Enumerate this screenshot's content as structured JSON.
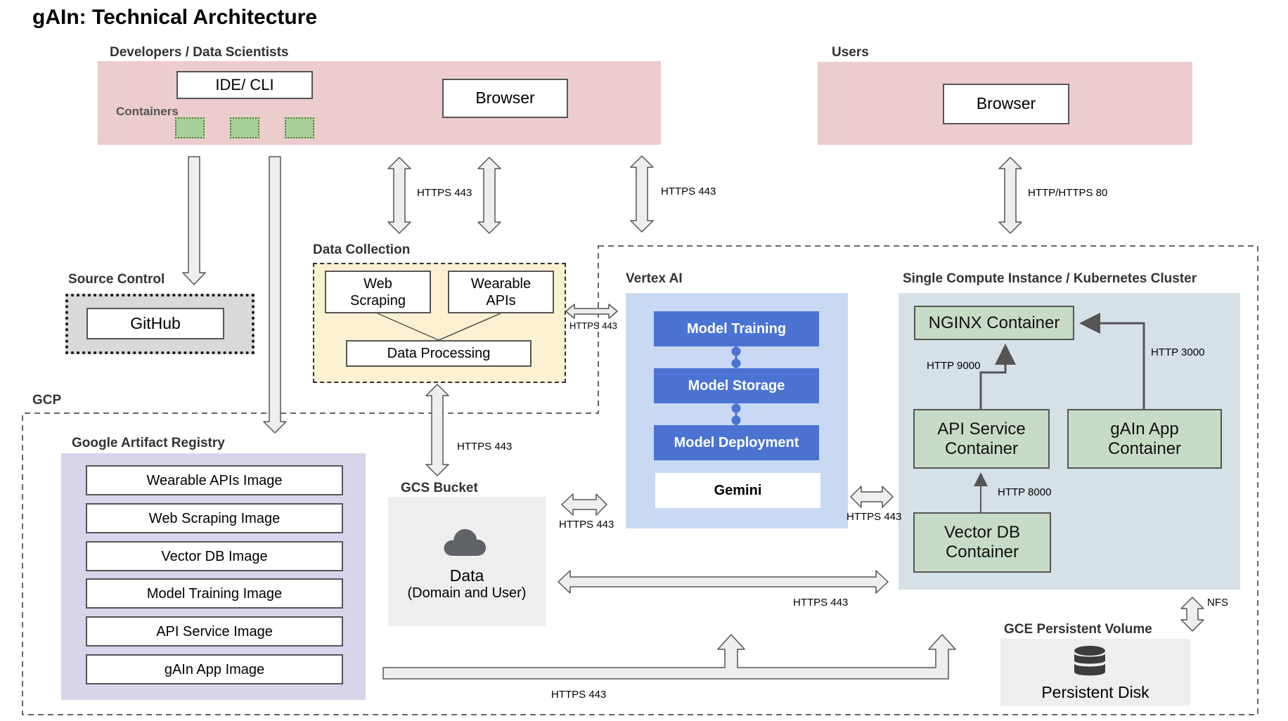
{
  "title": "gAIn: Technical Architecture",
  "developers": {
    "title": "Developers / Data Scientists",
    "ide": "IDE/ CLI",
    "containers": "Containers",
    "browser": "Browser"
  },
  "users": {
    "title": "Users",
    "browser": "Browser"
  },
  "source_control": {
    "title": "Source Control",
    "github": "GitHub"
  },
  "data_collection": {
    "title": "Data Collection",
    "web_scraping": "Web\nScraping",
    "wearable_apis": "Wearable\nAPIs",
    "data_processing": "Data Processing"
  },
  "gcp": {
    "title": "GCP"
  },
  "artifact_registry": {
    "title": "Google Artifact Registry",
    "images": [
      "Wearable APIs Image",
      "Web Scraping Image",
      "Vector DB Image",
      "Model Training Image",
      "API Service Image",
      "gAIn App Image"
    ]
  },
  "gcs_bucket": {
    "title": "GCS Bucket",
    "data": "Data",
    "sub": "(Domain and User)",
    "icon": "cloud-icon"
  },
  "vertex_ai": {
    "title": "Vertex AI",
    "model_training": "Model Training",
    "model_storage": "Model Storage",
    "model_deployment": "Model Deployment",
    "gemini": "Gemini"
  },
  "cluster": {
    "title": "Single Compute Instance / Kubernetes Cluster",
    "nginx": "NGINX Container",
    "api_service": "API Service\nContainer",
    "gain_app": "gAIn App\nContainer",
    "vector_db": "Vector DB\nContainer"
  },
  "persistent_volume": {
    "title": "GCE Persistent Volume",
    "disk": "Persistent Disk",
    "icon": "database-icon"
  },
  "labels": {
    "https_443": "HTTPS 443",
    "http_https_80": "HTTP/HTTPS 80",
    "http_9000": "HTTP 9000",
    "http_3000": "HTTP 3000",
    "http_8000": "HTTP 8000",
    "nfs": "NFS"
  },
  "colors": {
    "pink": "#eccccd",
    "yellow": "#fbf1d2",
    "lavender": "#d9d4ea",
    "vertex_blue": "#c9d9f4",
    "button_blue": "#4b74d2",
    "cluster_gray": "#d5e1e6",
    "container_green": "#c8dbc6",
    "light_gray": "#eeeeee"
  }
}
